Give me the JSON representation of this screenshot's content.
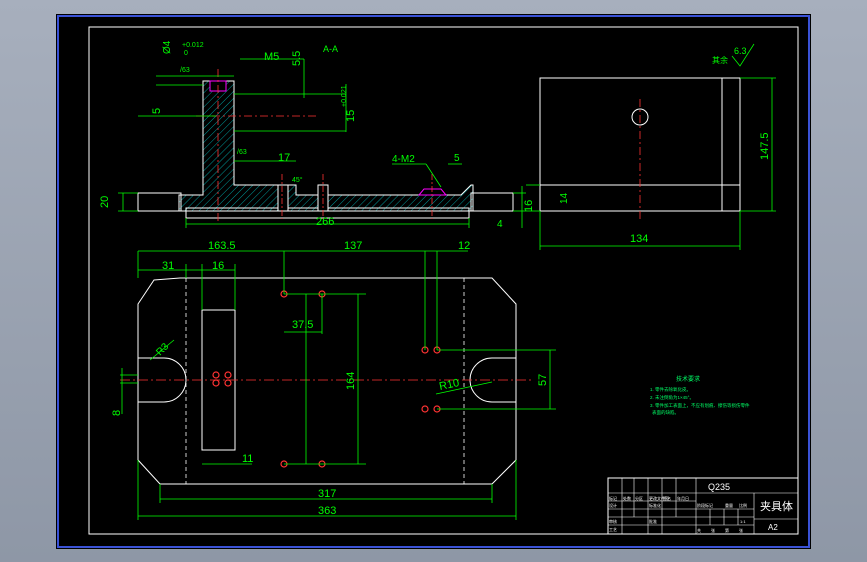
{
  "colors": {
    "background": "#000000",
    "frame": "#ffffff",
    "dimension": "#00ff00",
    "centerline": "#ff3333",
    "hatch": "#00ffff",
    "magenta": "#ff00ff",
    "note": "#00ff66"
  },
  "section_label": "A-A",
  "roughness": {
    "label": "其余",
    "value": "6.3"
  },
  "top_dims": {
    "d4_text": "Ø4",
    "d4_tol_upper": "+0.012",
    "d4_tol_lower": "0",
    "d4_ref": "/63",
    "m5": "M5",
    "d5_5": "5.5",
    "d5": "5",
    "d15": "15",
    "d15_tol": "+0.021",
    "d17": "17",
    "dangle": "/63",
    "m2": "4-M2",
    "d5b": "5",
    "d20": "20",
    "d266": "266",
    "d16": "16",
    "d4b": "4",
    "d45": "45°"
  },
  "side_dims": {
    "d147": "147.5",
    "d14": "14",
    "d134": "134"
  },
  "plan_dims": {
    "d163": "163.5",
    "d137": "137",
    "d12": "12",
    "d31": "31",
    "d16": "16",
    "d37": "37.5",
    "d164": "164",
    "r3": "R3",
    "r10": "R10",
    "d57": "57",
    "d8": "8",
    "d11": "11",
    "d317": "317",
    "d363": "363"
  },
  "notes": {
    "title": "技术要求",
    "lines": [
      "1. 零件去除氧化皮。",
      "2. 未注倒角为1×45°。",
      "3. 零件加工表面上，不应有划痕、擦伤等损伤零件",
      "表面的缺陷。"
    ]
  },
  "title_block": {
    "material": "Q235",
    "part_name": "夹具体",
    "scale": "A2",
    "cells": [
      "标记",
      "处数",
      "分区",
      "更改文件号",
      "签名",
      "年月日",
      "设计",
      "标准化",
      "审核",
      "工艺",
      "批准",
      "阶段标记",
      "重量",
      "比例",
      "共",
      "张",
      "第",
      "张",
      "1:1"
    ]
  }
}
